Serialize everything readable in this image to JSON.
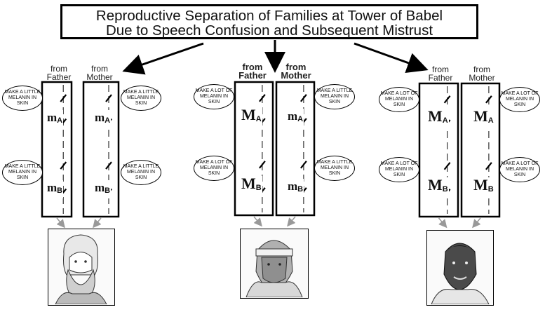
{
  "title": {
    "line1": "Reproductive Separation of Families at Tower of Babel",
    "line2": "Due to Speech Confusion and Subsequent Mistrust"
  },
  "groups": [
    {
      "father_label": "from\nFather",
      "mother_label": "from\nMother",
      "father_gene_a": "mA",
      "father_gene_b": "mB",
      "mother_gene_a": "mA",
      "mother_gene_b": "mB",
      "father_bubble_a": "MAKE A LITTLE MELANIN IN SKIN",
      "father_bubble_b": "MAKE A LITTLE MELANIN IN SKIN",
      "mother_bubble_a": "MAKE A LITTLE MELANIN IN SKIN",
      "mother_bubble_b": "MAKE A LITTLE MELANIN IN SKIN",
      "portrait": "light-skinned bearded man"
    },
    {
      "father_label": "from\nFather",
      "mother_label": "from\nMother",
      "father_gene_a": "MA",
      "father_gene_b": "MB",
      "mother_gene_a": "mA",
      "mother_gene_b": "mB",
      "father_bubble_a": "MAKE A LOT OF MELANIN IN SKIN",
      "father_bubble_b": "MAKE A LOT OF MELANIN IN SKIN",
      "mother_bubble_a": "MAKE A LITTLE MELANIN IN SKIN",
      "mother_bubble_b": "MAKE A LITTLE MELANIN IN SKIN",
      "portrait": "medium-skinned man with headband"
    },
    {
      "father_label": "from\nFather",
      "mother_label": "from\nMother",
      "father_gene_a": "MA",
      "father_gene_b": "MB",
      "mother_gene_a": "MA",
      "mother_gene_b": "MB",
      "father_bubble_a": "MAKE A LOT OF MELANIN IN SKIN",
      "father_bubble_b": "MAKE A LOT OF MELANIN IN SKIN",
      "mother_bubble_a": "MAKE A LOT OF MELANIN IN SKIN",
      "mother_bubble_b": "MAKE A LOT OF MELANIN IN SKIN",
      "portrait": "dark-skinned man"
    }
  ]
}
